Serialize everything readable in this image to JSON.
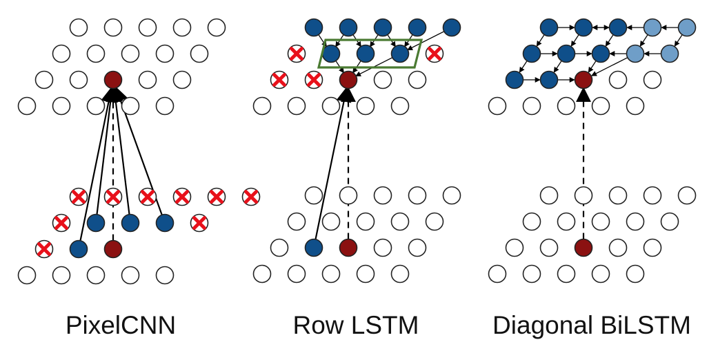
{
  "colors": {
    "empty_fill": "#ffffff",
    "outline": "#222222",
    "current_pixel": "#8b1111",
    "context_pixel": "#0f4f8a",
    "reverse_context_pixel": "#6f9ec8",
    "mask_cross": "#e8101a",
    "receptive_box": "#4a7a32",
    "arrow": "#000000"
  },
  "panels": [
    {
      "caption": "PixelCNN",
      "top_rows": [
        [
          "empty",
          "empty",
          "empty",
          "empty",
          "empty"
        ],
        [
          "empty",
          "empty",
          "empty",
          "empty",
          "empty"
        ],
        [
          "empty",
          "empty",
          "current",
          "empty",
          "empty"
        ],
        [
          "empty",
          "empty",
          "empty",
          "empty",
          "empty"
        ]
      ],
      "bottom_rows": [
        [
          "masked",
          "masked",
          "masked",
          "masked",
          "masked",
          "masked"
        ],
        [
          "masked",
          "context",
          "context",
          "context",
          "masked"
        ],
        [
          "masked",
          "context",
          "current"
        ],
        [
          "empty",
          "empty",
          "empty",
          "empty",
          "empty"
        ]
      ]
    },
    {
      "caption": "Row LSTM",
      "top_rows": [
        [
          "context",
          "context",
          "context",
          "context",
          "context"
        ],
        [
          "masked",
          "context",
          "context",
          "context",
          "masked"
        ],
        [
          "masked",
          "masked",
          "current",
          "empty",
          "empty"
        ],
        [
          "empty",
          "empty",
          "empty",
          "empty",
          "empty"
        ]
      ],
      "bottom_rows": [
        [
          "empty",
          "empty",
          "empty",
          "empty",
          "empty"
        ],
        [
          "empty",
          "empty",
          "empty",
          "empty",
          "empty"
        ],
        [
          "empty",
          "context",
          "current",
          "empty",
          "empty"
        ],
        [
          "empty",
          "empty",
          "empty",
          "empty",
          "empty"
        ]
      ]
    },
    {
      "caption": "Diagonal BiLSTM",
      "top_rows": [
        [
          "context",
          "context",
          "context",
          "reverse",
          "reverse"
        ],
        [
          "context",
          "context",
          "context",
          "reverse",
          "reverse"
        ],
        [
          "context",
          "context",
          "current",
          "empty",
          "empty"
        ],
        [
          "empty",
          "empty",
          "empty",
          "empty",
          "empty"
        ]
      ],
      "bottom_rows": [
        [
          "empty",
          "empty",
          "empty",
          "empty",
          "empty"
        ],
        [
          "empty",
          "empty",
          "empty",
          "empty",
          "empty"
        ],
        [
          "empty",
          "empty",
          "current",
          "empty",
          "empty"
        ],
        [
          "empty",
          "empty",
          "empty",
          "empty",
          "empty"
        ]
      ]
    }
  ]
}
